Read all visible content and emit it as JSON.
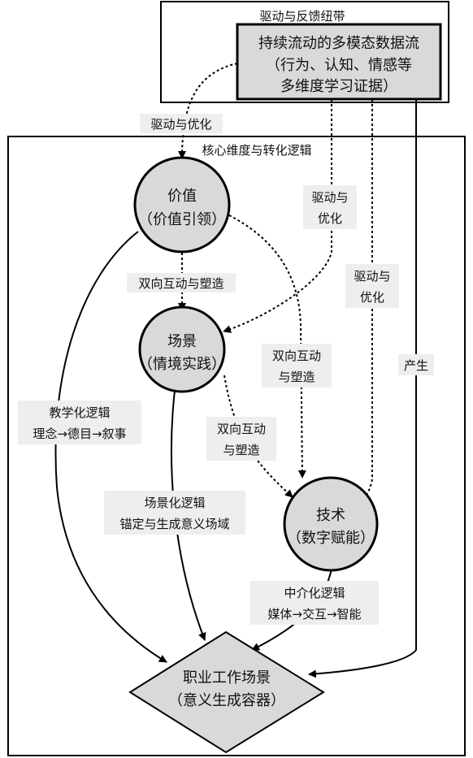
{
  "outer_frame": {
    "title": "驱动与反馈纽带"
  },
  "data_stream": {
    "line1": "持续流动的多模态数据流",
    "line2": "（行为、认知、情感等",
    "line3": "多维度学习证据）"
  },
  "core_frame": {
    "title": "核心维度与转化逻辑"
  },
  "value_node": {
    "line1": "价值",
    "line2": "（价值引领）"
  },
  "scene_node": {
    "line1": "场景",
    "line2": "（情境实践）"
  },
  "tech_node": {
    "line1": "技术",
    "line2": "（数字赋能）"
  },
  "target_node": {
    "line1": "职业工作场景",
    "line2": "（意义生成容器）"
  },
  "edge_labels": {
    "drive_top": "驱动与优化",
    "drive_mid_1": "驱动与",
    "drive_mid_2": "优化",
    "drive_right_1": "驱动与",
    "drive_right_2": "优化",
    "produce": "产生",
    "value_scene": "双向互动与塑造",
    "value_tech_1": "双向互动",
    "value_tech_2": "与塑造",
    "scene_tech_1": "双向互动",
    "scene_tech_2": "与塑造",
    "teach_1": "教学化逻辑",
    "teach_2": "理念→德目→叙事",
    "scene_logic_1": "场景化逻辑",
    "scene_logic_2": "锚定与生成意义场域",
    "mediate_1": "中介化逻辑",
    "mediate_2": "媒体→交互→智能"
  },
  "colors": {
    "node_fill": "#d9d9d9",
    "label_bg": "#eeeeee",
    "stroke": "#000000"
  }
}
